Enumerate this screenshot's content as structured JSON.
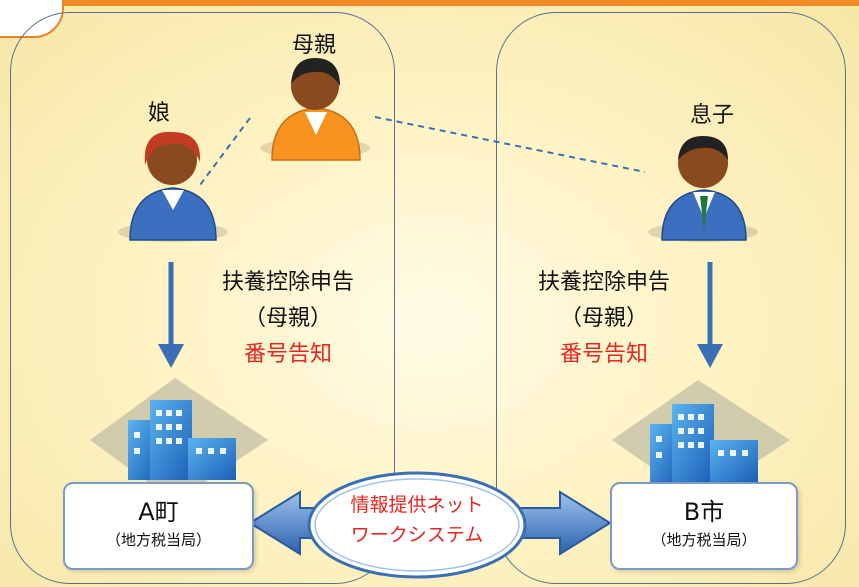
{
  "people": {
    "mother": "母親",
    "daughter": "娘",
    "son": "息子"
  },
  "left_declaration": {
    "line1": "扶養控除申告",
    "line2": "（母親）",
    "line3": "番号告知"
  },
  "right_declaration": {
    "line1": "扶養控除申告",
    "line2": "（母親）",
    "line3": "番号告知"
  },
  "offices": {
    "left_name": "A町",
    "left_sub": "（地方税当局）",
    "right_name": "B市",
    "right_sub": "（地方税当局）"
  },
  "network": {
    "line1": "情報提供ネット",
    "line2": "ワークシステム"
  },
  "colors": {
    "accent_orange": "#f08a24",
    "arrow_blue": "#3a6fb5",
    "red_text": "#e8251f",
    "region_border": "#5a6f90"
  }
}
